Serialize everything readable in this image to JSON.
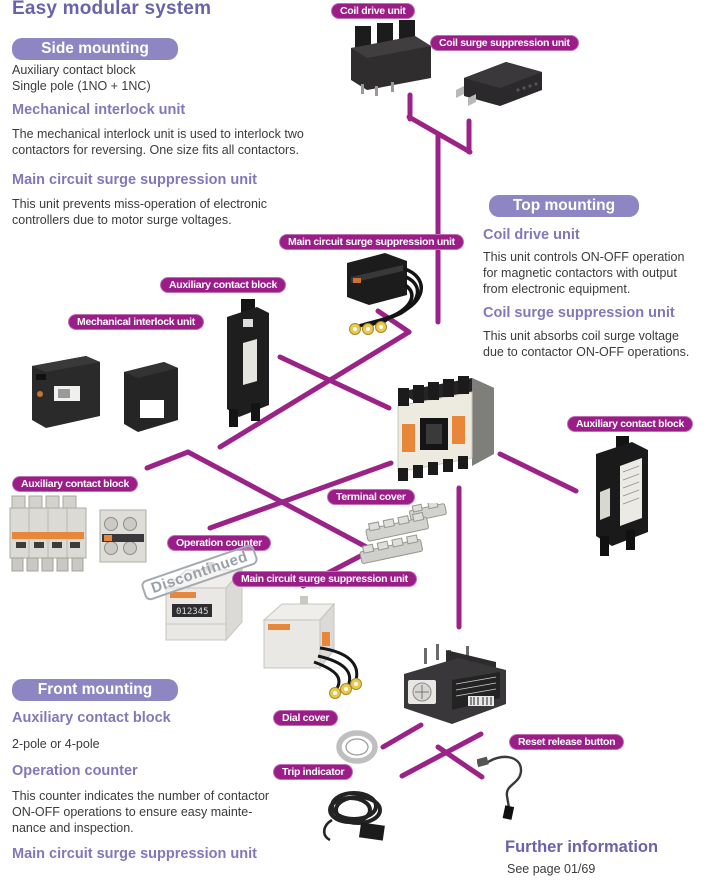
{
  "title": "Easy modular system",
  "colors": {
    "heading_purple": "#8178ba",
    "title_purple": "#6a62ab",
    "banner_bg": "#8d86c2",
    "callout_bg": "#9a1d88",
    "connector_line": "#9b2387",
    "body_text": "#3b3b3b"
  },
  "sections": {
    "side": {
      "banner": "Side mounting",
      "intro": "Auxiliary contact block\nSingle pole (1NO + 1NC)",
      "item1_heading": "Mechanical interlock unit",
      "item1_body": "The mechanical interlock unit is used to interlock two\ncontactors for reversing.  One size fits all contactors.",
      "item2_heading": "Main circuit surge suppression unit",
      "item2_body": "This unit prevents miss-operation of electronic\ncontrollers due to motor surge voltages."
    },
    "top": {
      "banner": "Top mounting",
      "item1_heading": "Coil drive unit",
      "item1_body": "This unit controls ON-OFF operation\nfor magnetic contactors with output\nfrom electronic equipment.",
      "item2_heading": "Coil surge suppression unit",
      "item2_body": "This unit absorbs coil surge voltage\ndue to contactor ON-OFF operations."
    },
    "front": {
      "banner": "Front mounting",
      "item1_heading": "Auxiliary contact block",
      "item1_body": "2-pole or 4-pole",
      "item2_heading": "Operation counter",
      "item2_body": "This counter indicates the number of contactor\nON-OFF operations to ensure easy mainte-\nnance and inspection.",
      "item3_heading": "Main circuit surge suppression unit"
    },
    "further": {
      "heading": "Further information",
      "body": "See page 01/69"
    }
  },
  "callouts": {
    "coil_drive": "Coil drive unit",
    "coil_surge": "Coil surge suppression unit",
    "main_surge_top": "Main circuit surge suppression unit",
    "aux_block_side": "Auxiliary contact block",
    "mech_interlock": "Mechanical interlock unit",
    "aux_block_left": "Auxiliary contact block",
    "terminal_cover": "Terminal cover",
    "operation_counter": "Operation counter",
    "main_surge_front": "Main circuit surge suppression unit",
    "aux_block_right": "Auxiliary contact block",
    "dial_cover": "Dial cover",
    "reset_release": "Reset release button",
    "trip_indicator": "Trip indicator"
  },
  "watermark": "Discontinued"
}
